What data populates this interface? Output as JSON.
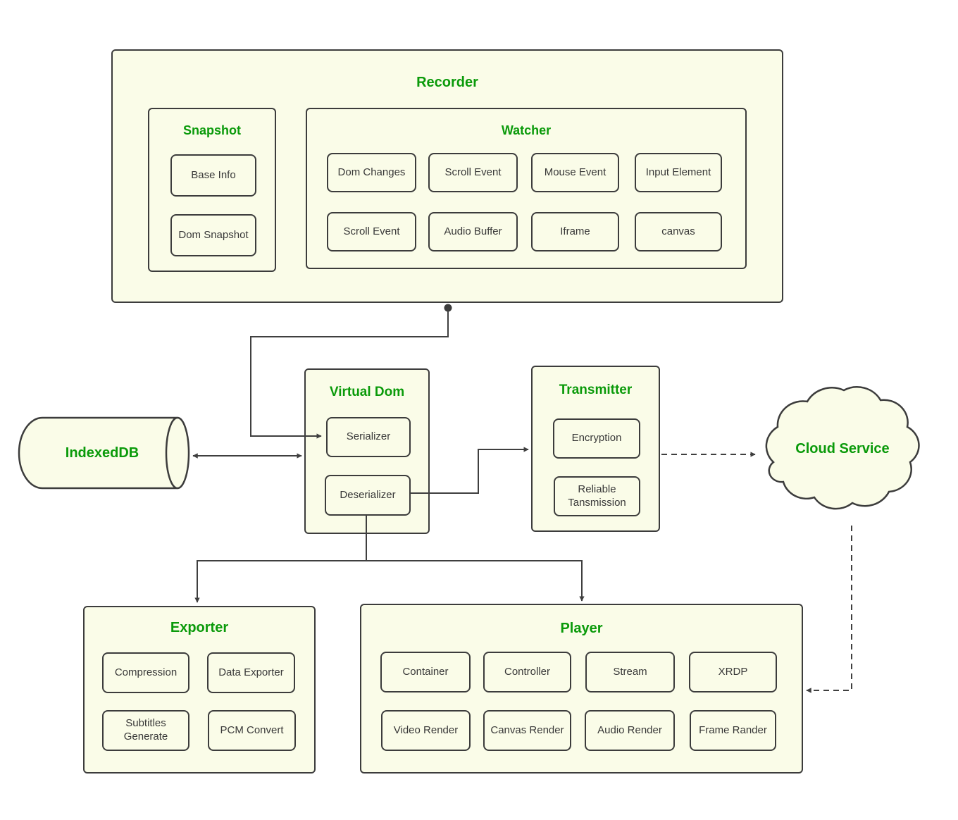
{
  "colors": {
    "canvas_background": "#FFFFFF",
    "shape_fill": "#FAFCE8",
    "shape_border": "#3C3C3C",
    "title_green": "#0A9A0A",
    "node_text": "#383838",
    "connector": "#3F3F3F"
  },
  "recorder": {
    "title": "Recorder",
    "snapshot": {
      "title": "Snapshot",
      "items": [
        "Base Info",
        "Dom Snapshot"
      ]
    },
    "watcher": {
      "title": "Watcher",
      "items": [
        "Dom Changes",
        "Scroll Event",
        "Mouse Event",
        "Input Element",
        "Scroll Event",
        "Audio Buffer",
        "Iframe",
        "canvas"
      ]
    }
  },
  "indexeddb": {
    "label": "IndexedDB"
  },
  "virtual_dom": {
    "title": "Virtual Dom",
    "items": [
      "Serializer",
      "Deserializer"
    ]
  },
  "transmitter": {
    "title": "Transmitter",
    "items": [
      "Encryption",
      "Reliable Tansmission"
    ]
  },
  "cloud": {
    "label": "Cloud Service"
  },
  "exporter": {
    "title": "Exporter",
    "items": [
      "Compression",
      "Data Exporter",
      "Subtitles Generate",
      "PCM Convert"
    ]
  },
  "player": {
    "title": "Player",
    "items": [
      "Container",
      "Controller",
      "Stream",
      "XRDP",
      "Video Render",
      "Canvas Render",
      "Audio Render",
      "Frame Rander"
    ]
  }
}
